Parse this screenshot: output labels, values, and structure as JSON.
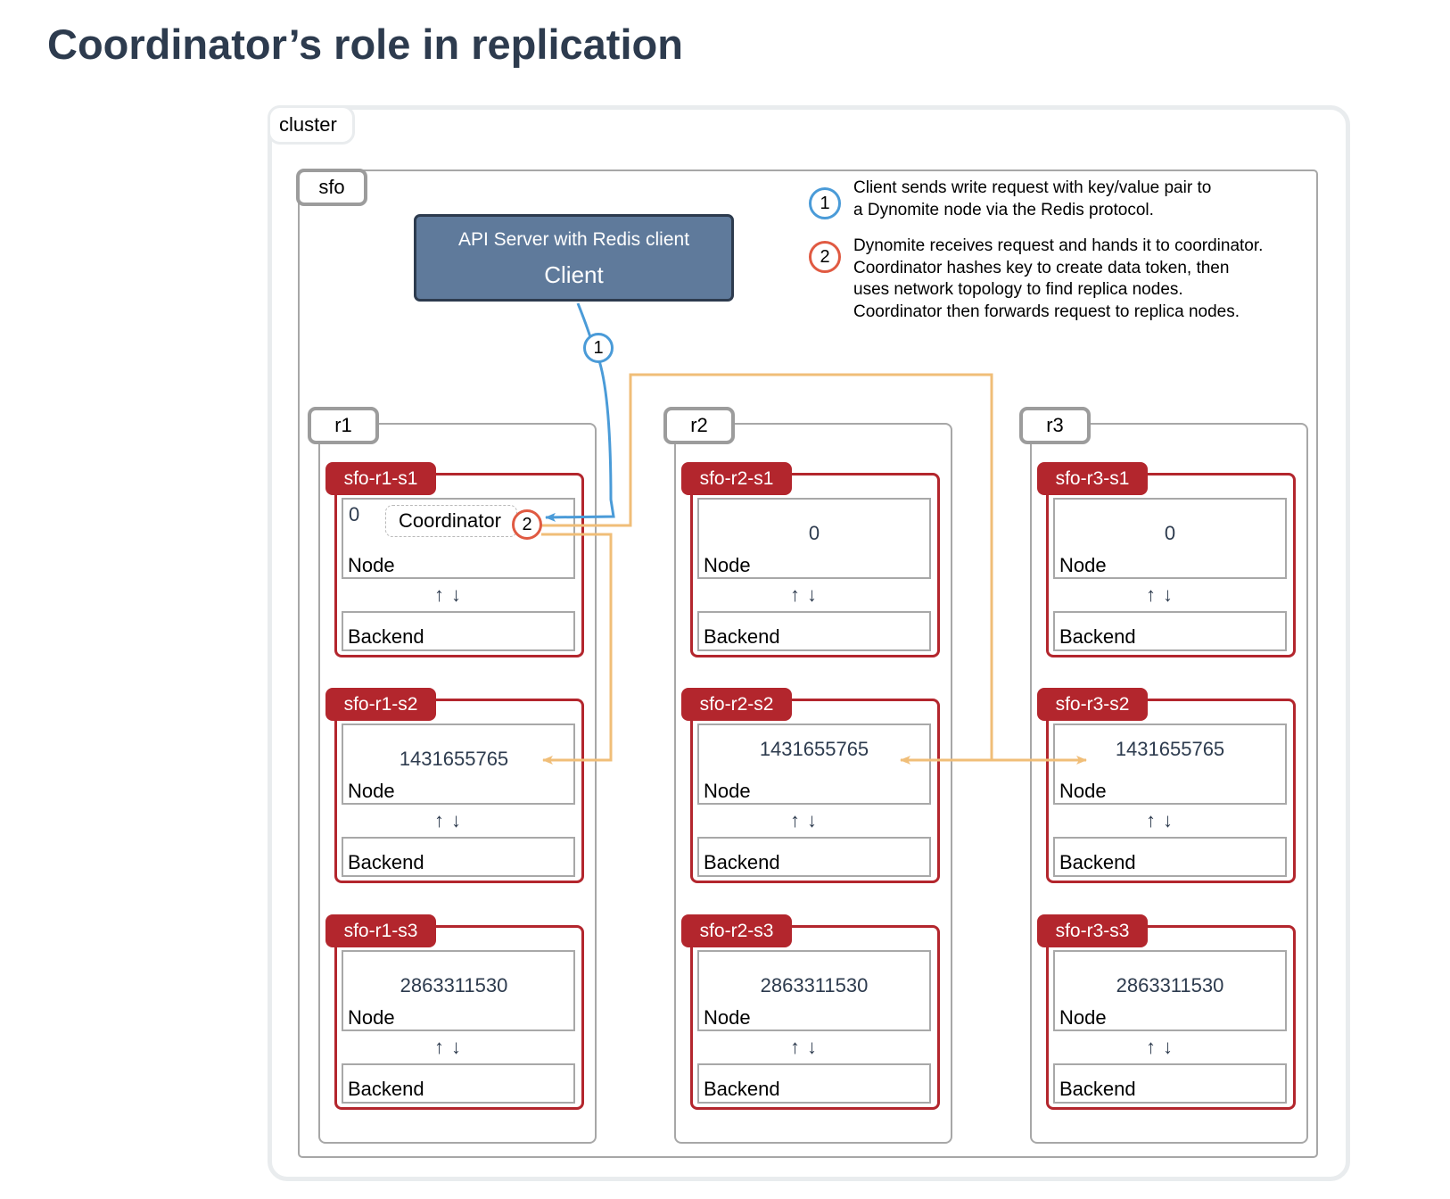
{
  "title": "Coordinator’s role in replication",
  "cluster_label": "cluster",
  "region_label": "sfo",
  "client": {
    "subtitle": "API Server with Redis client",
    "title": "Client"
  },
  "legend": [
    {
      "step": "1",
      "lines": [
        "Client sends write request with key/value pair to",
        "a Dynomite node via the Redis protocol."
      ]
    },
    {
      "step": "2",
      "lines": [
        "Dynomite receives request and hands it to coordinator.",
        "Coordinator hashes key to create data token, then",
        "uses network topology to find replica nodes.",
        "Coordinator then forwards request to replica nodes."
      ]
    }
  ],
  "coordinator_label": "Coordinator",
  "step_markers": {
    "request": "1",
    "coordinator": "2"
  },
  "node_label": "Node",
  "backend_label": "Backend",
  "arrows_glyph": "↑↓",
  "racks": [
    {
      "label": "r1",
      "servers": [
        {
          "name": "sfo-r1-s1",
          "token": "0"
        },
        {
          "name": "sfo-r1-s2",
          "token": "1431655765"
        },
        {
          "name": "sfo-r1-s3",
          "token": "2863311530"
        }
      ]
    },
    {
      "label": "r2",
      "servers": [
        {
          "name": "sfo-r2-s1",
          "token": "0"
        },
        {
          "name": "sfo-r2-s2",
          "token": "1431655765"
        },
        {
          "name": "sfo-r2-s3",
          "token": "2863311530"
        }
      ]
    },
    {
      "label": "r3",
      "servers": [
        {
          "name": "sfo-r3-s1",
          "token": "0"
        },
        {
          "name": "sfo-r3-s2",
          "token": "1431655765"
        },
        {
          "name": "sfo-r3-s3",
          "token": "2863311530"
        }
      ]
    }
  ],
  "colors": {
    "server_border": "#b3262d",
    "client_fill": "#5f7a9b",
    "client_border": "#2d3b4e",
    "step1": "#4a9bd8",
    "step2": "#e05a42",
    "replication_wire": "#f0be78",
    "title": "#2d3b4e"
  }
}
